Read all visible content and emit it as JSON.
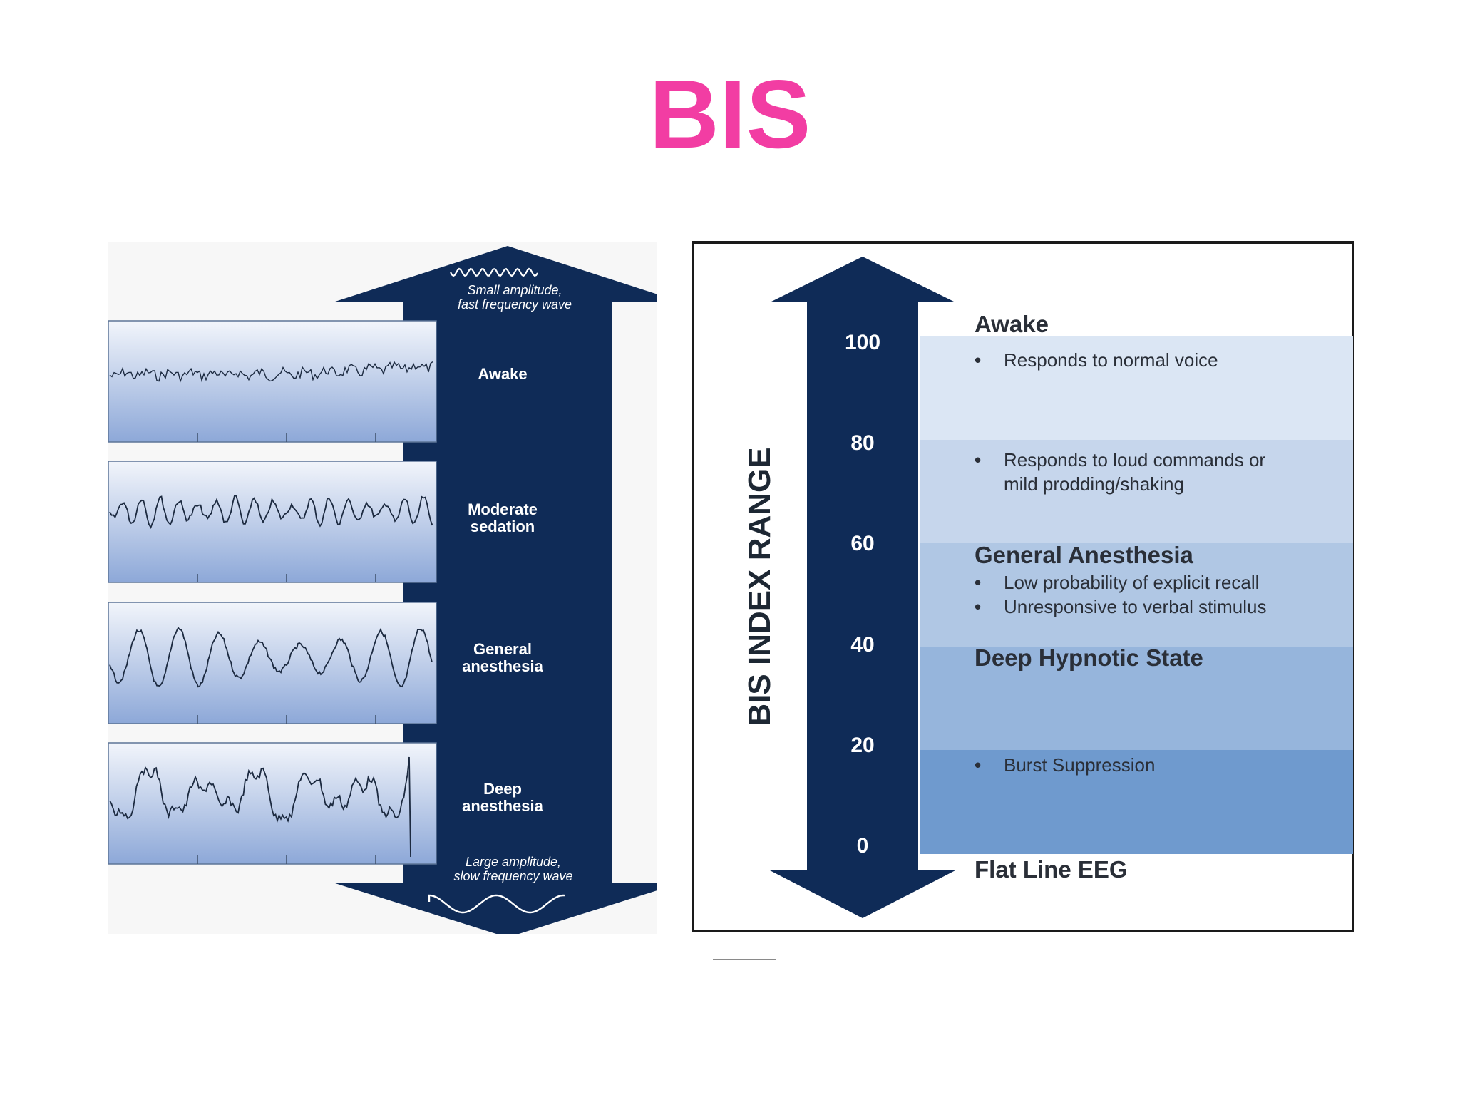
{
  "title": "BIS",
  "colors": {
    "title": "#f23da3",
    "arrow": "#0f2b57",
    "eeg_line": "#1c2a40",
    "panel_top": "#f2f5fb",
    "panel_bottom": "#8da8d8",
    "band_1": "#dbe6f4",
    "band_2": "#c6d6ec",
    "band_3": "#b0c7e4",
    "band_4": "#96b5dc",
    "band_5": "#6f9ace"
  },
  "eeg_figure": {
    "top_note_line1": "Small amplitude,",
    "top_note_line2": "fast frequency wave",
    "bottom_note_line1": "Large amplitude,",
    "bottom_note_line2": "slow frequency wave",
    "panels": [
      {
        "lines": [
          "Awake"
        ]
      },
      {
        "lines": [
          "Moderate",
          "sedation"
        ]
      },
      {
        "lines": [
          "General",
          "anesthesia"
        ]
      },
      {
        "lines": [
          "Deep",
          "anesthesia"
        ]
      }
    ]
  },
  "bis_scale": {
    "axis_title": "BIS INDEX RANGE",
    "ticks": [
      "100",
      "80",
      "60",
      "40",
      "20",
      "0"
    ],
    "awake_heading": "Awake",
    "awake_bullet": "Responds to normal voice",
    "light_bullet_line1": "Responds to loud commands or",
    "light_bullet_line2": "mild prodding/shaking",
    "ga_heading": "General Anesthesia",
    "ga_bullet_1": "Low probability of explicit recall",
    "ga_bullet_2": "Unresponsive to verbal stimulus",
    "deep_heading": "Deep Hypnotic State",
    "burst_bullet": "Burst Suppression",
    "flat_heading": "Flat Line EEG"
  }
}
